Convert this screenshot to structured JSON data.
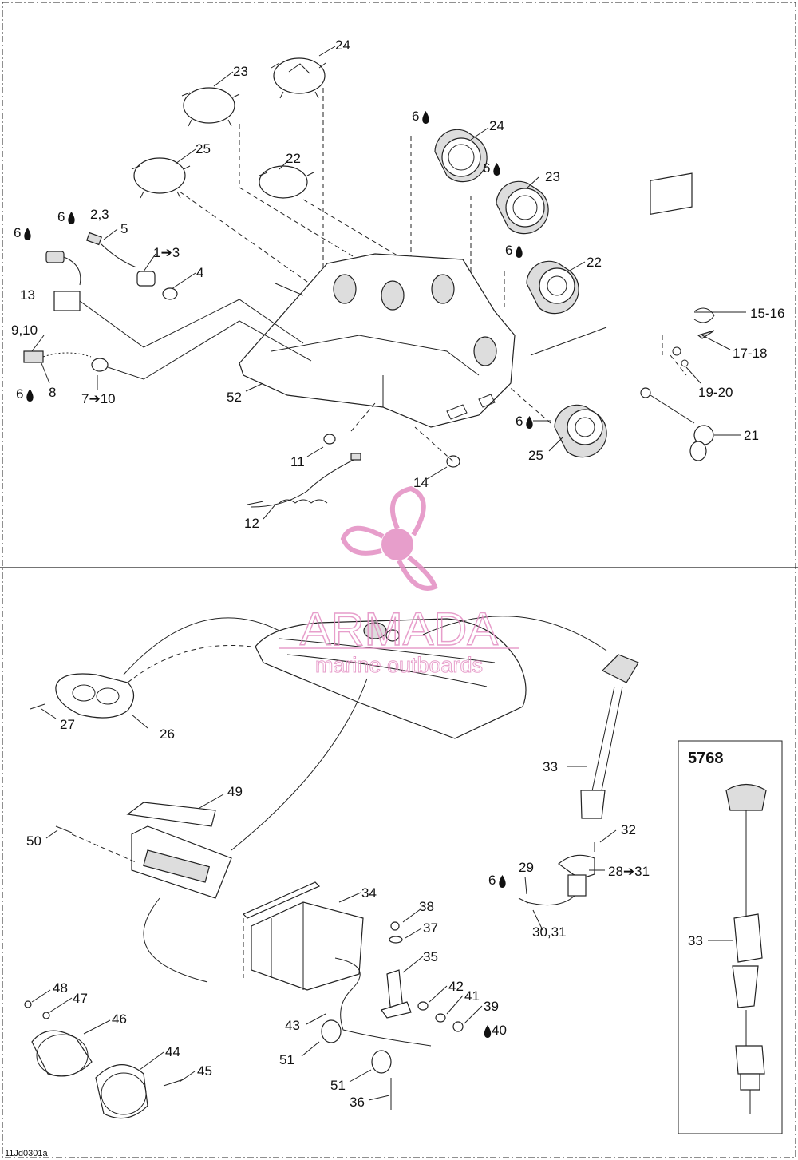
{
  "diagram": {
    "callouts": [
      {
        "id": "c24a",
        "text": "24"
      },
      {
        "id": "c23a",
        "text": "23"
      },
      {
        "id": "c25a",
        "text": "25"
      },
      {
        "id": "c22a",
        "text": "22"
      },
      {
        "id": "c6a",
        "text": "6"
      },
      {
        "id": "c24b",
        "text": "24"
      },
      {
        "id": "c6b",
        "text": "6"
      },
      {
        "id": "c23b",
        "text": "23"
      },
      {
        "id": "c6c",
        "text": "6"
      },
      {
        "id": "c22b",
        "text": "22"
      },
      {
        "id": "c6d",
        "text": "6"
      },
      {
        "id": "c23c",
        "text": "2,3"
      },
      {
        "id": "c5",
        "text": "5"
      },
      {
        "id": "c6e",
        "text": "6"
      },
      {
        "id": "c13r",
        "text": "1➔3"
      },
      {
        "id": "c4",
        "text": "4"
      },
      {
        "id": "c13",
        "text": "13"
      },
      {
        "id": "c910",
        "text": "9,10"
      },
      {
        "id": "c6f",
        "text": "6"
      },
      {
        "id": "c8",
        "text": "8"
      },
      {
        "id": "c710",
        "text": "7➔10"
      },
      {
        "id": "c52",
        "text": "52"
      },
      {
        "id": "c1516",
        "text": "15-16"
      },
      {
        "id": "c1718",
        "text": "17-18"
      },
      {
        "id": "c1920",
        "text": "19-20"
      },
      {
        "id": "c21",
        "text": "21"
      },
      {
        "id": "c6g",
        "text": "6"
      },
      {
        "id": "c25b",
        "text": "25"
      },
      {
        "id": "c11",
        "text": "11"
      },
      {
        "id": "c14",
        "text": "14"
      },
      {
        "id": "c12",
        "text": "12"
      },
      {
        "id": "c27",
        "text": "27"
      },
      {
        "id": "c26",
        "text": "26"
      },
      {
        "id": "c33",
        "text": "33"
      },
      {
        "id": "c49",
        "text": "49"
      },
      {
        "id": "c50",
        "text": "50"
      },
      {
        "id": "c32",
        "text": "32"
      },
      {
        "id": "c29",
        "text": "29"
      },
      {
        "id": "c6h",
        "text": "6"
      },
      {
        "id": "c2831",
        "text": "28➔31"
      },
      {
        "id": "c3031",
        "text": "30,31"
      },
      {
        "id": "c34",
        "text": "34"
      },
      {
        "id": "c38",
        "text": "38"
      },
      {
        "id": "c37",
        "text": "37"
      },
      {
        "id": "c35",
        "text": "35"
      },
      {
        "id": "c42",
        "text": "42"
      },
      {
        "id": "c41",
        "text": "41"
      },
      {
        "id": "c39",
        "text": "39"
      },
      {
        "id": "c40",
        "text": "40"
      },
      {
        "id": "c48",
        "text": "48"
      },
      {
        "id": "c47",
        "text": "47"
      },
      {
        "id": "c46",
        "text": "46"
      },
      {
        "id": "c44",
        "text": "44"
      },
      {
        "id": "c45",
        "text": "45"
      },
      {
        "id": "c43",
        "text": "43"
      },
      {
        "id": "c51a",
        "text": "51"
      },
      {
        "id": "c51b",
        "text": "51"
      },
      {
        "id": "c36",
        "text": "36"
      },
      {
        "id": "c33b",
        "text": "33"
      }
    ],
    "inset_label": "5768",
    "footer_code": "11Jd0301a",
    "watermark": {
      "brand": "ARMADA",
      "tagline": "marine outboards",
      "color": "#e38ec2"
    }
  }
}
